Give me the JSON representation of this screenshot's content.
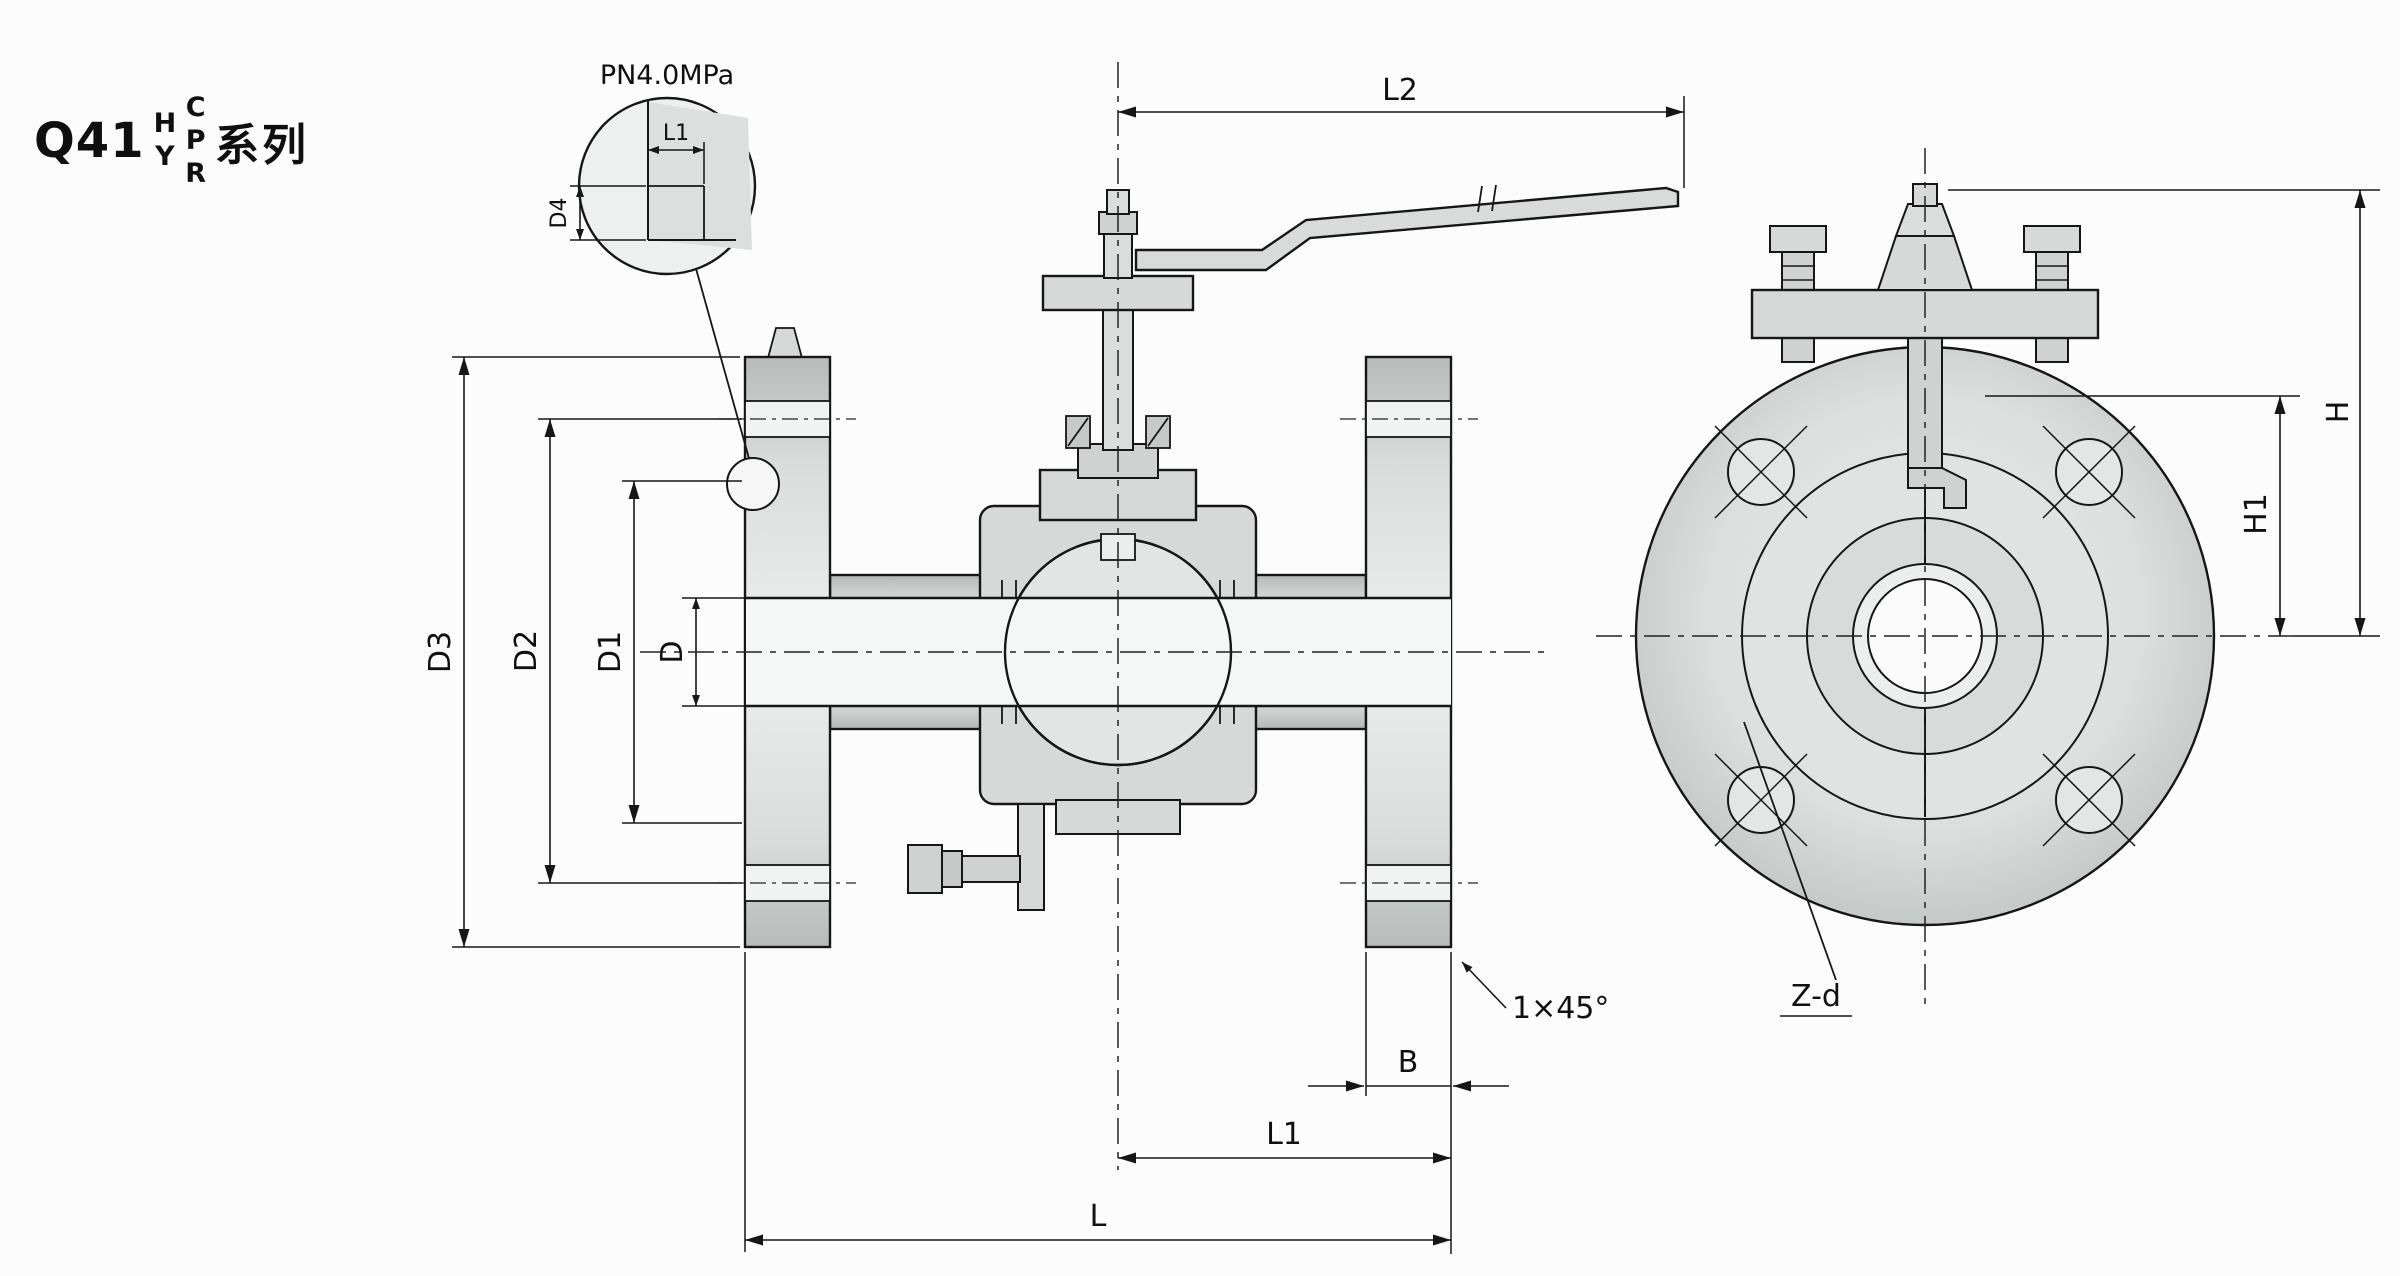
{
  "title": {
    "model": "Q41",
    "stack1": [
      "H",
      "Y"
    ],
    "stack2": [
      "C",
      "P",
      "R"
    ],
    "series": "系列"
  },
  "detail": {
    "pressure": "PN4.0MPa",
    "d4": "D4",
    "l1": "L1"
  },
  "dims": {
    "l2": "L2",
    "d3": "D3",
    "d2": "D2",
    "d1": "D1",
    "d": "D",
    "h": "H",
    "h1": "H1",
    "b": "B",
    "chamfer": "1×45°",
    "l1": "L1",
    "l": "L",
    "z_d": "Z-d"
  },
  "colors": {
    "line": "#161616",
    "metal": "#d6d9d8",
    "metal_dark": "#b4b9b8",
    "metal_light": "#eef0ef",
    "background": "#fcfcfd"
  }
}
